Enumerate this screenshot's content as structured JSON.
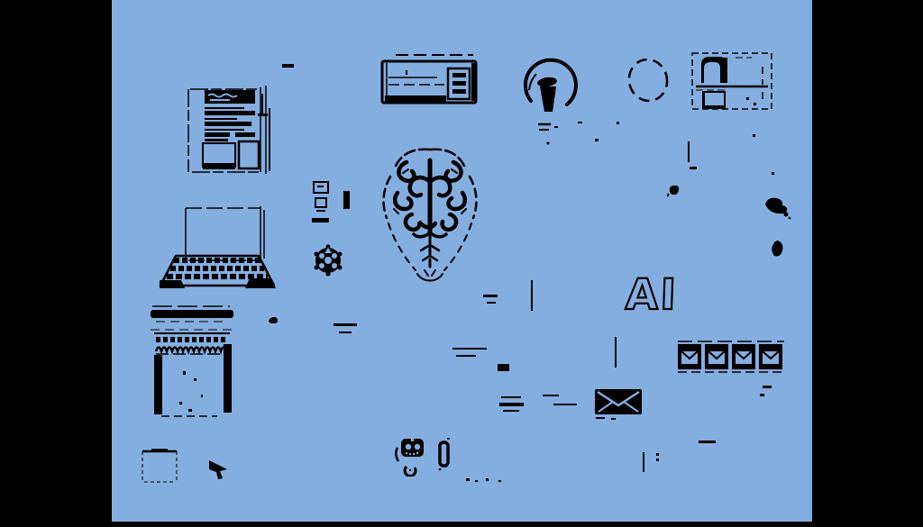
{
  "meta": {
    "description": "Pillarboxed two-tone (black ink on light blue) doodle illustration of AI and technology sketches",
    "background": "#85aee0",
    "ink": "#000000",
    "pillarbox": "#000000"
  },
  "text": {
    "ai_label": "AI"
  },
  "icons": [
    {
      "name": "document-page"
    },
    {
      "name": "desktop-monitor"
    },
    {
      "name": "keyboard"
    },
    {
      "name": "storefront-awning"
    },
    {
      "name": "mini-device"
    },
    {
      "name": "gear"
    },
    {
      "name": "brain"
    },
    {
      "name": "credit-card"
    },
    {
      "name": "lightbulb"
    },
    {
      "name": "sketch-circle"
    },
    {
      "name": "profile-card"
    },
    {
      "name": "ai-lettering"
    },
    {
      "name": "envelope-tiles"
    },
    {
      "name": "envelope"
    },
    {
      "name": "robot-head"
    },
    {
      "name": "smartphone"
    },
    {
      "name": "cursor-arrow"
    },
    {
      "name": "carton-box"
    },
    {
      "name": "ink-blob-bird"
    },
    {
      "name": "ink-blob-small"
    },
    {
      "name": "ink-blob-left"
    },
    {
      "name": "computer-mouse"
    }
  ]
}
